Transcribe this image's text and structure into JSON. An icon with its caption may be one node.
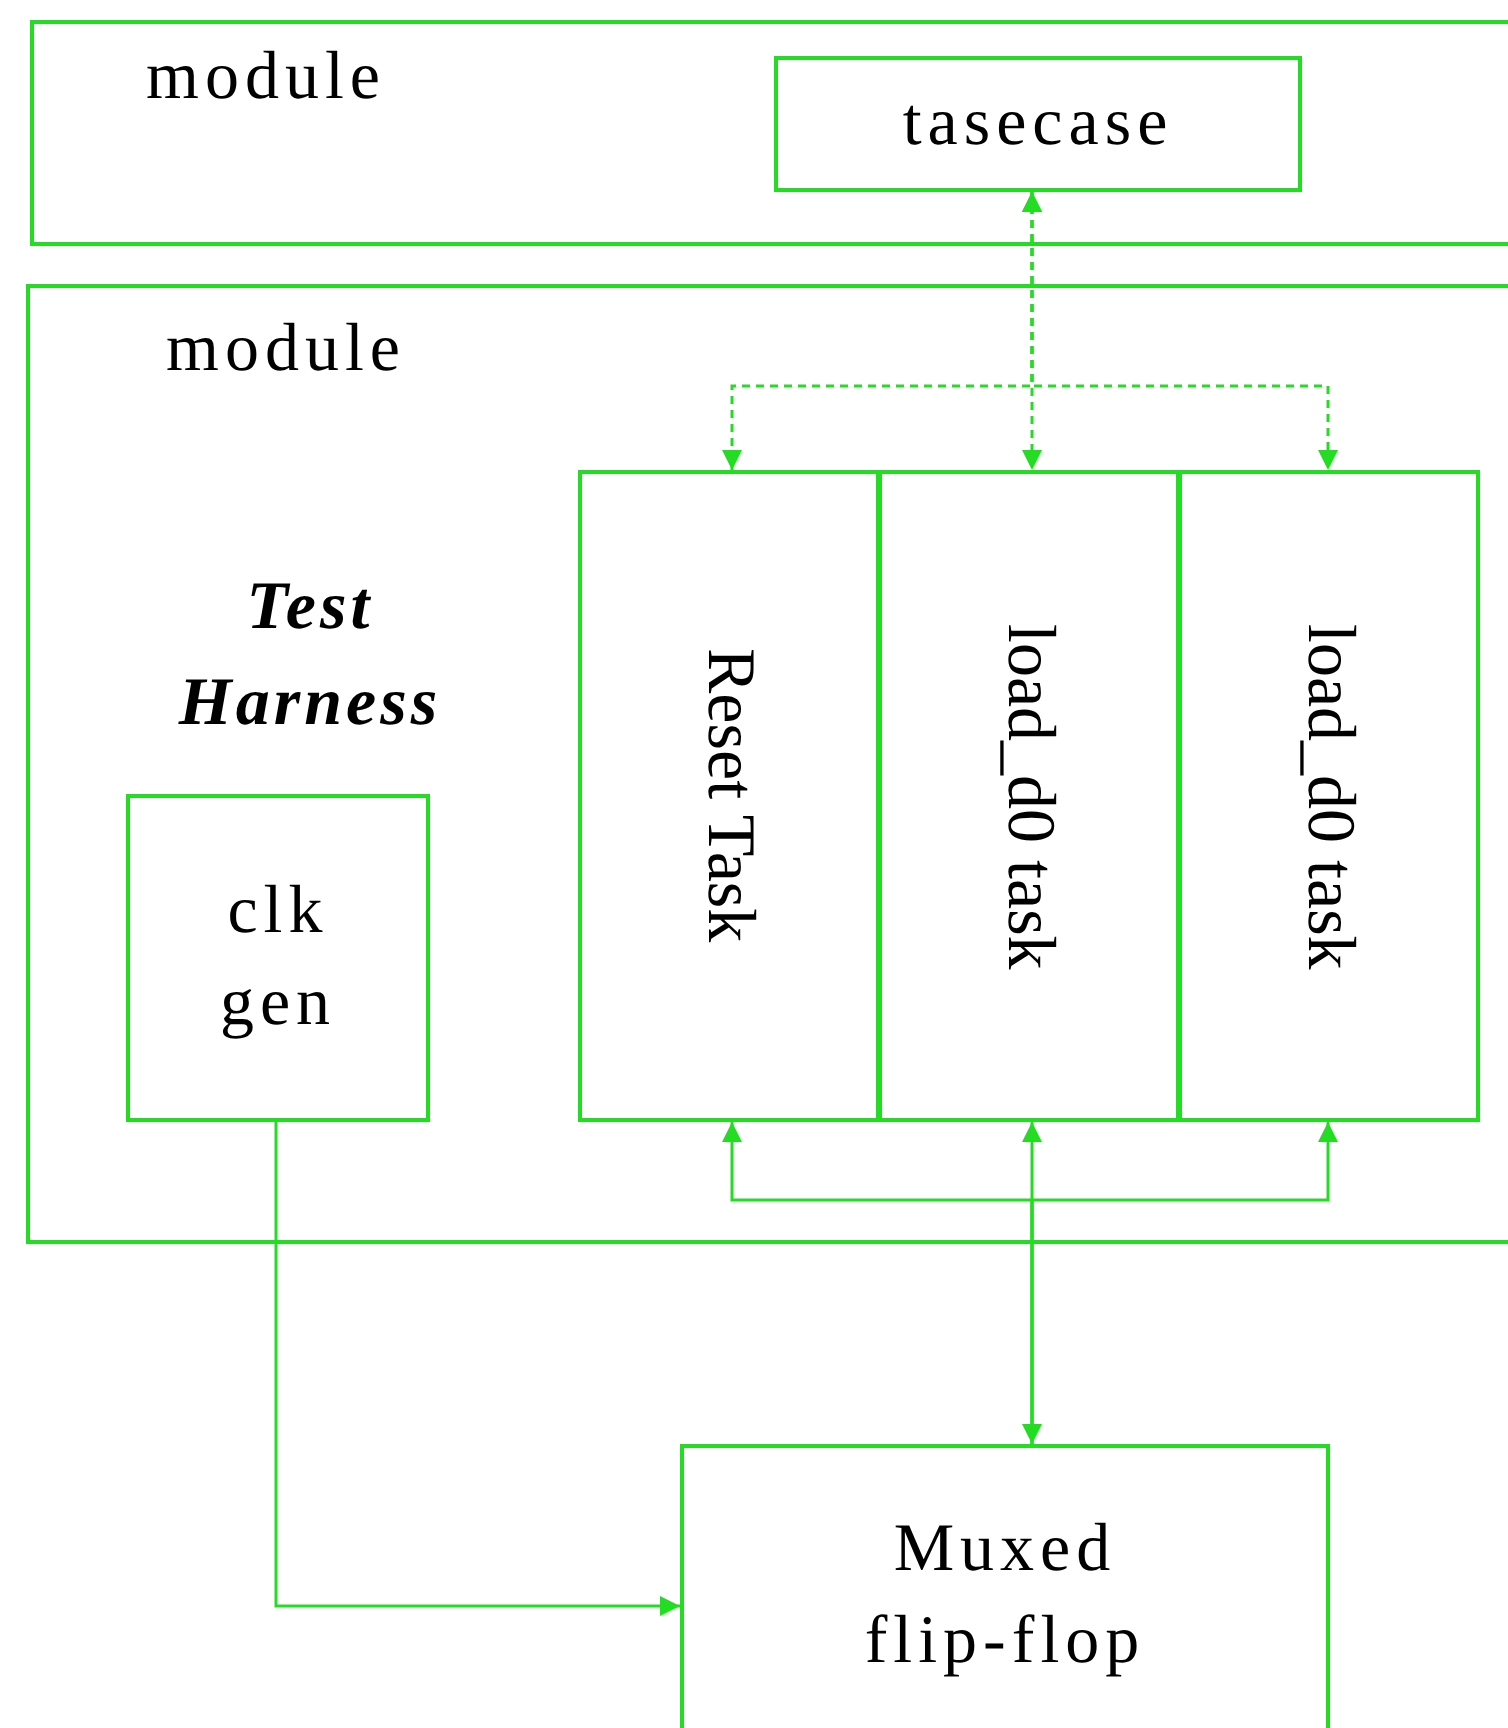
{
  "diagram": {
    "nodes": [
      {
        "text": [
          "module"
        ]
      },
      {
        "text": [
          "tasecase"
        ],
        "in": 0
      },
      {
        "text": [
          "module",
          "Test Harness"
        ]
      },
      {
        "text": [
          "clk gen"
        ],
        "in": 2
      },
      {
        "text": [
          "Reset Task"
        ],
        "in": 2
      },
      {
        "text": [
          "load_d0 task"
        ],
        "in": 2
      },
      {
        "text": [
          "load_d0 task"
        ],
        "in": 2
      },
      {
        "text": [
          "Muxed flip-flop"
        ]
      }
    ],
    "edges": [
      {
        "from": 1,
        "to": 4,
        "arrow": "both",
        "style": "dashed"
      },
      {
        "from": 1,
        "to": 5,
        "arrow": "both",
        "style": "dashed"
      },
      {
        "from": 1,
        "to": 6,
        "arrow": "both",
        "style": "dashed"
      },
      {
        "from": 7,
        "to": 4,
        "arrow": "to"
      },
      {
        "from": 5,
        "to": 7,
        "arrow": "both"
      },
      {
        "from": 7,
        "to": 6,
        "arrow": "to"
      },
      {
        "from": 3,
        "to": 7,
        "arrow": "to"
      }
    ]
  }
}
